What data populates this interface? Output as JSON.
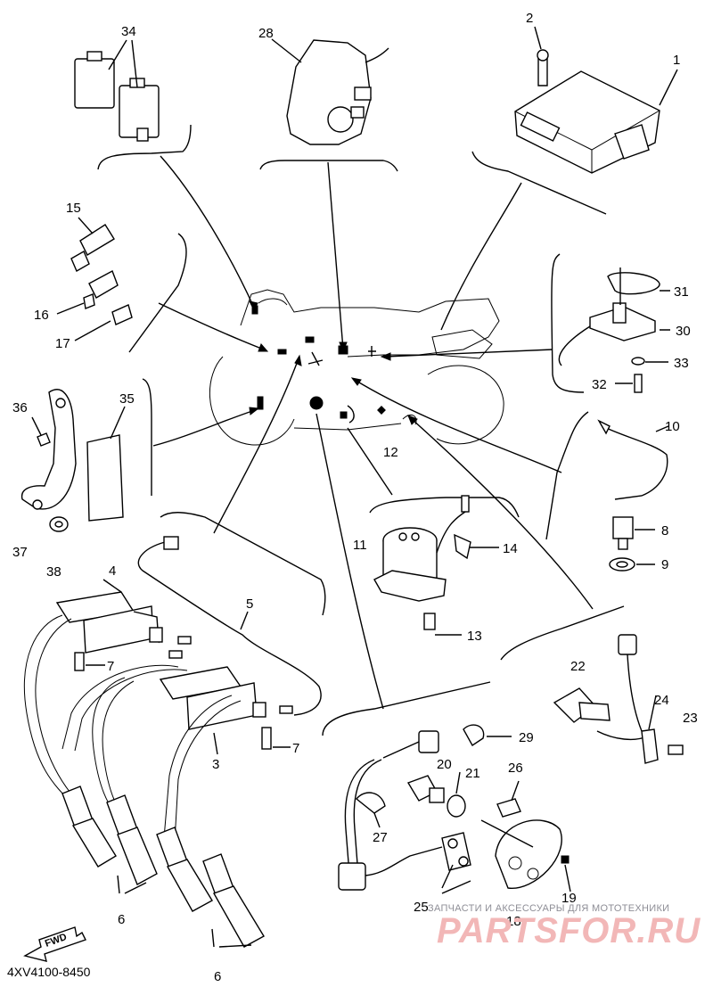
{
  "diagram": {
    "part_code": "4XV4100-8450",
    "fwd_label": "FWD",
    "watermark": {
      "caption": "ЗАПЧАСТИ И АКСЕССУАРЫ ДЛЯ МОТОТЕХНИКИ",
      "brand": "PARTSFOR.RU"
    },
    "callouts": [
      {
        "id": "c1",
        "text": "1"
      },
      {
        "id": "c2",
        "text": "2"
      },
      {
        "id": "c3",
        "text": "3"
      },
      {
        "id": "c4",
        "text": "4"
      },
      {
        "id": "c5",
        "text": "5"
      },
      {
        "id": "c6a",
        "text": "6"
      },
      {
        "id": "c6b",
        "text": "6"
      },
      {
        "id": "c7a",
        "text": "7"
      },
      {
        "id": "c7b",
        "text": "7"
      },
      {
        "id": "c8",
        "text": "8"
      },
      {
        "id": "c9",
        "text": "9"
      },
      {
        "id": "c10",
        "text": "10"
      },
      {
        "id": "c11",
        "text": "11"
      },
      {
        "id": "c12",
        "text": "12"
      },
      {
        "id": "c13",
        "text": "13"
      },
      {
        "id": "c14",
        "text": "14"
      },
      {
        "id": "c15",
        "text": "15"
      },
      {
        "id": "c16",
        "text": "16"
      },
      {
        "id": "c17",
        "text": "17"
      },
      {
        "id": "c18",
        "text": "18"
      },
      {
        "id": "c19",
        "text": "19"
      },
      {
        "id": "c20",
        "text": "20"
      },
      {
        "id": "c21",
        "text": "21"
      },
      {
        "id": "c22",
        "text": "22"
      },
      {
        "id": "c23",
        "text": "23"
      },
      {
        "id": "c24",
        "text": "24"
      },
      {
        "id": "c25",
        "text": "25"
      },
      {
        "id": "c26",
        "text": "26"
      },
      {
        "id": "c27",
        "text": "27"
      },
      {
        "id": "c28",
        "text": "28"
      },
      {
        "id": "c29",
        "text": "29"
      },
      {
        "id": "c30",
        "text": "30"
      },
      {
        "id": "c31",
        "text": "31"
      },
      {
        "id": "c32",
        "text": "32"
      },
      {
        "id": "c33",
        "text": "33"
      },
      {
        "id": "c34",
        "text": "34"
      },
      {
        "id": "c35",
        "text": "35"
      },
      {
        "id": "c36",
        "text": "36"
      },
      {
        "id": "c37",
        "text": "37"
      },
      {
        "id": "c38",
        "text": "38"
      }
    ]
  }
}
